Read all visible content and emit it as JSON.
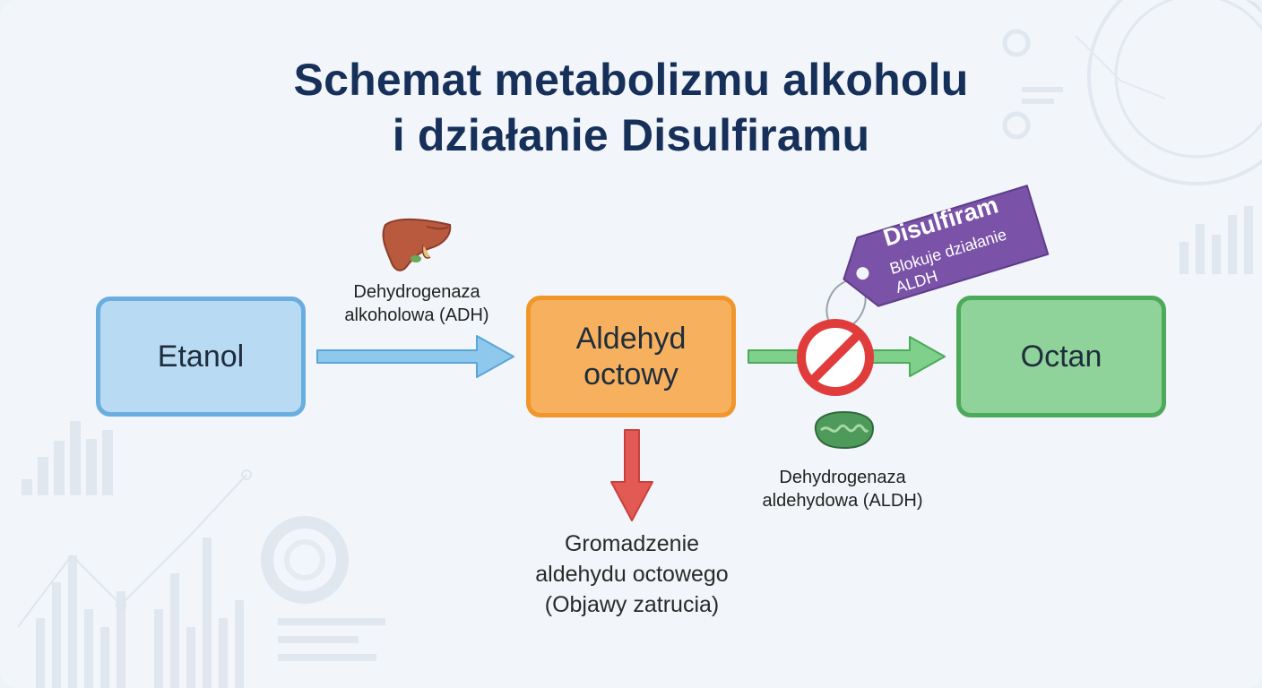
{
  "title": {
    "line1": "Schemat metabolizmu alkoholu",
    "line2": "i działanie Disulfiramu"
  },
  "nodes": {
    "etanol": "Etanol",
    "aldehyd": {
      "line1": "Aldehyd",
      "line2": "octowy"
    },
    "octan": "Octan"
  },
  "enzymes": {
    "adh": {
      "line1": "Dehydrogenaza",
      "line2": "alkoholowa (ADH)",
      "icon": "liver-icon"
    },
    "aldh": {
      "line1": "Dehydrogenaza",
      "line2": "aldehydowa (ALDH)",
      "icon": "mitochondrion-icon"
    }
  },
  "accumulation": {
    "line1": "Gromadzenie",
    "line2": "aldehydu octowego",
    "line3": "(Objawy zatrucia)"
  },
  "drug_tag": {
    "name": "Disulfiram",
    "desc_line1": "Blokuje działanie",
    "desc_line2": "ALDH",
    "icon": "prohibition-icon"
  },
  "colors": {
    "title": "#16305a",
    "etanol": "#b8daf2",
    "aldehyd": "#f7b15e",
    "octan": "#8fd29a",
    "arrow_adh": "#8ec8ec",
    "arrow_aldh": "#7fd08a",
    "arrow_accum": "#e35a55",
    "tag": "#7a52a8",
    "prohibition": "#e03c3c"
  }
}
